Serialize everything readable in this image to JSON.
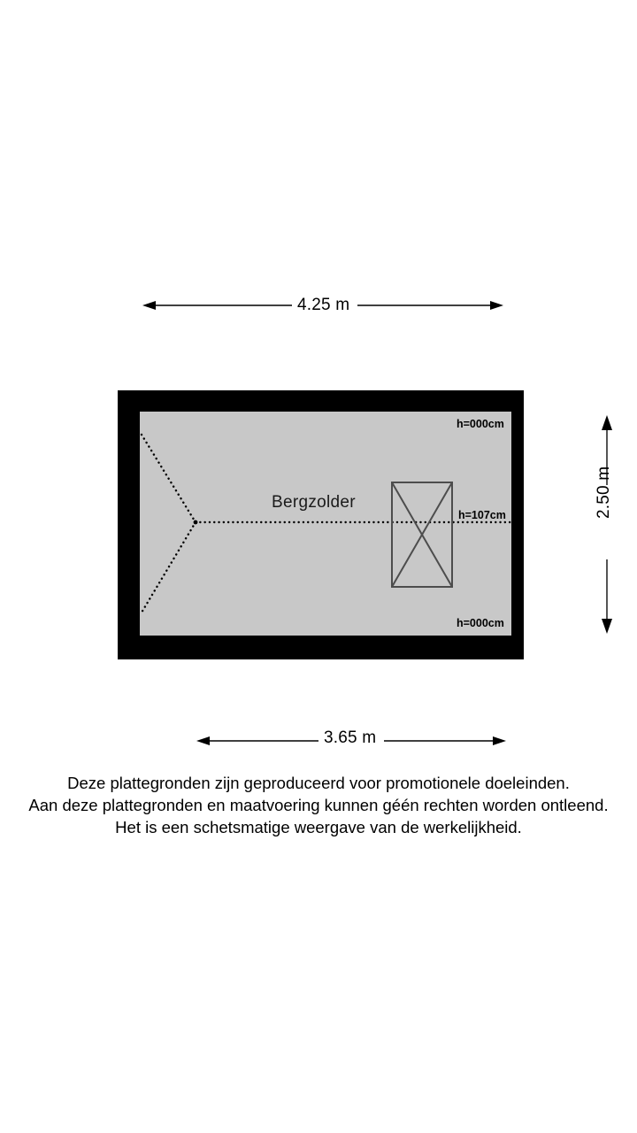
{
  "plan": {
    "room_name": "Bergzolder",
    "dimensions": {
      "top": "4.25 m",
      "bottom": "3.65 m",
      "right": "2.50 m"
    },
    "height_notes": {
      "top_right": "h=000cm",
      "middle_right": "h=107cm",
      "bottom_right": "h=000cm"
    },
    "colors": {
      "wall": "#000000",
      "floor": "#c8c8c8",
      "line": "#000000",
      "skylight_stroke": "#4d4d4d",
      "background": "#ffffff"
    }
  },
  "disclaimer": {
    "line1": "Deze plattegronden zijn geproduceerd voor promotionele doeleinden.",
    "line2": "Aan deze plattegronden en maatvoering kunnen géén rechten worden ontleend.",
    "line3": "Het is een schetsmatige weergave van de werkelijkheid."
  }
}
